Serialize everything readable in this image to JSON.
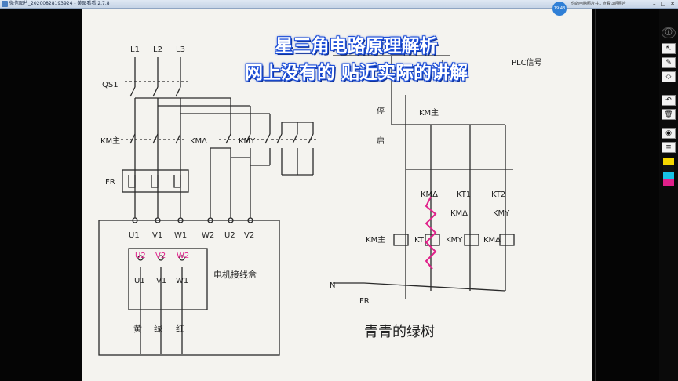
{
  "window": {
    "title": "微信图片_20200828193924 - 美图看看 2.7.8",
    "clock": "19:48",
    "ticker": "你的电脑照片共1 查看以后照片",
    "min": "–",
    "max": "□",
    "close": "✕"
  },
  "overlay": {
    "line1": "星三角电路原理解析",
    "line2": "网上没有的 贴近实际的讲解"
  },
  "power_circuit": {
    "phases": [
      "L1",
      "L2",
      "L3"
    ],
    "breaker": "QS1",
    "contactors": [
      "KM主",
      "KMΔ",
      "KMY"
    ],
    "overload": "FR",
    "terminals_top": [
      "U1",
      "V1",
      "W1",
      "W2",
      "U2",
      "V2"
    ],
    "box_top": [
      "U2",
      "V2",
      "W2"
    ],
    "box_bottom": [
      "U1",
      "V1",
      "W1"
    ],
    "box_label": "电机接线盒",
    "wires": [
      "黄",
      "绿",
      "红"
    ]
  },
  "control_circuit": {
    "plc_label": "PLC信号",
    "stop_label": "停",
    "start_label": "启",
    "km_main_contact": "KM主",
    "contacts": [
      "KMΔ",
      "KT1",
      "KT2"
    ],
    "contacts_row2": [
      "KMΔ",
      "KMY"
    ],
    "coils": [
      "KM主",
      "KT",
      "KMY",
      "KMΔ"
    ],
    "neutral": "N",
    "fr": "FR",
    "signature": "青青的绿树"
  },
  "toolbar": {
    "tools": [
      "info-icon",
      "pointer-icon",
      "pen-icon",
      "eraser-icon",
      "undo-icon",
      "delete-icon",
      "camera-icon",
      "list-icon",
      "grid-icon"
    ]
  },
  "colors": {
    "paper": "#f4f3ef",
    "ink": "#222222",
    "annotation": "#e0208a",
    "overlay_stroke": "#1e4fd8"
  }
}
